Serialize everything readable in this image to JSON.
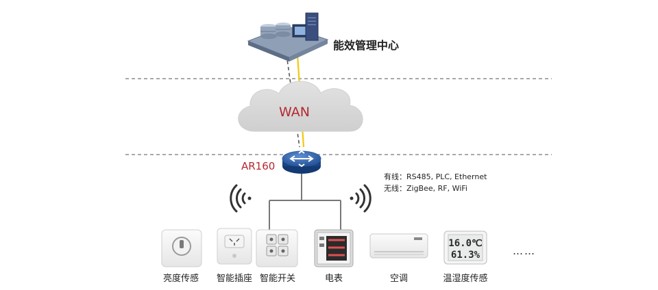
{
  "center": {
    "label": "能效管理中心"
  },
  "network": {
    "wan_label": "WAN"
  },
  "router": {
    "label": "AR160"
  },
  "protocols": {
    "wired": "有线：RS485, PLC, Ethernet",
    "wireless": "无线：ZigBee, RF, WiFi"
  },
  "devices": [
    {
      "label": "亮度传感"
    },
    {
      "label": "智能插座"
    },
    {
      "label": "智能开关"
    },
    {
      "label": "电表"
    },
    {
      "label": "空调"
    },
    {
      "label": "温湿度传感"
    }
  ],
  "ellipsis": "……",
  "thermo_display": {
    "temp": "16.0℃",
    "humidity": "61.3%"
  },
  "colors": {
    "wan_text": "#b4282e",
    "router_text": "#b4282e",
    "link": "#f2c80f",
    "cloud": "#d9d9d9"
  }
}
